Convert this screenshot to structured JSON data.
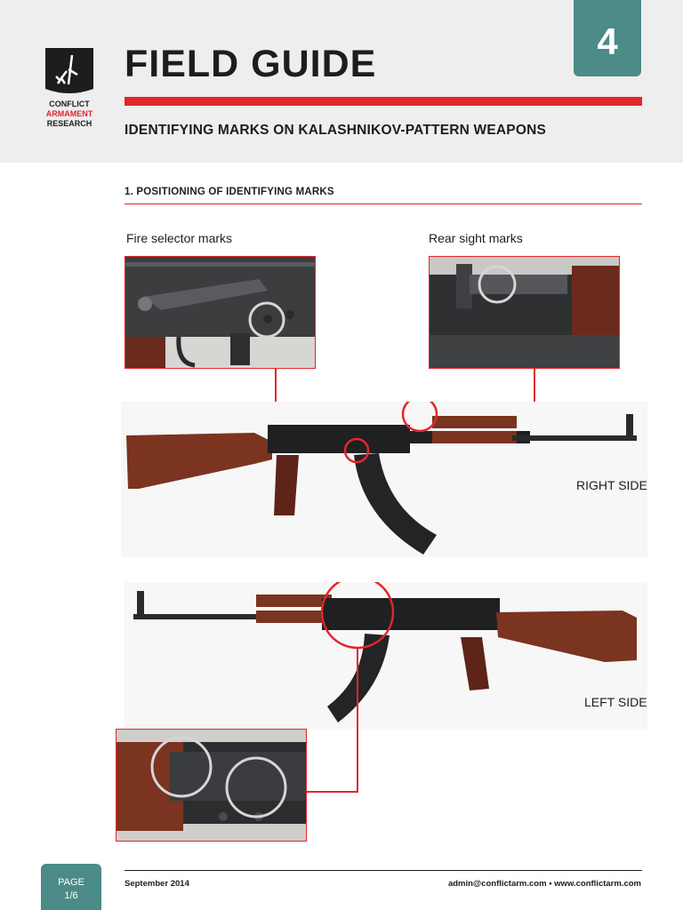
{
  "header": {
    "logo": {
      "line1": "CONFLICT",
      "line2": "ARMAMENT",
      "line3": "RESEARCH",
      "icon": "rifle-silhouette-icon"
    },
    "title": "FIELD GUIDE",
    "subtitle": "IDENTIFYING MARKS ON KALASHNIKOV-PATTERN WEAPONS",
    "chapter_number": "4"
  },
  "section": {
    "heading": "1. POSITIONING OF IDENTIFYING MARKS",
    "fire_selector_label": "Fire selector marks",
    "rear_sight_label": "Rear sight marks",
    "right_side_label": "RIGHT SIDE",
    "left_side_label": "LEFT SIDE"
  },
  "footer": {
    "date": "September 2014",
    "contact": "admin@conflictarm.com • www.conflictarm.com",
    "page_label": "PAGE",
    "page_number": "1/6"
  },
  "colors": {
    "accent_red": "#e3262b",
    "teal": "#4b8b88",
    "header_bg": "#eeeeee"
  }
}
